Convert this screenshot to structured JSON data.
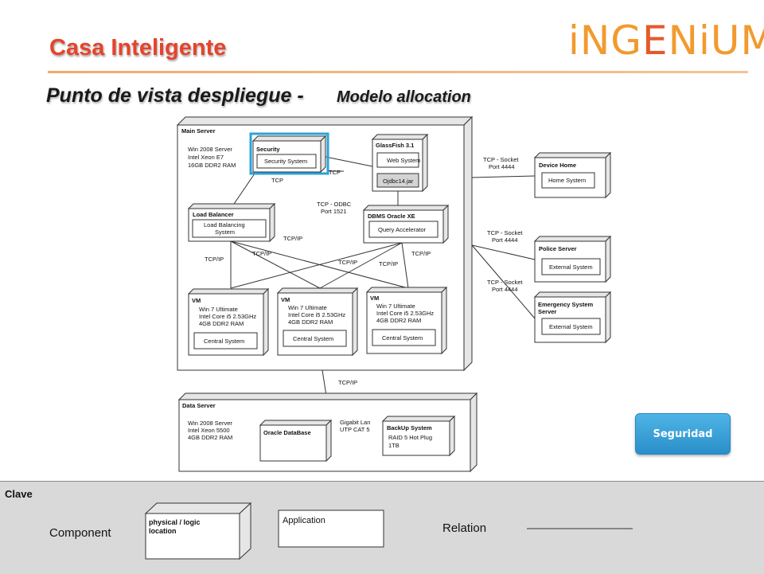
{
  "header": {
    "title": "Casa Inteligente",
    "subtitle": "Punto de vista despliegue -",
    "subtitle_model": "Modelo allocation",
    "logo_text_a": "iNG",
    "logo_text_b": "E",
    "logo_text_c": "NiUM"
  },
  "button": {
    "label": "Seguridad"
  },
  "colors": {
    "title": "#e7432b",
    "accent": "#f29a2e",
    "button": "#2a8fc9",
    "highlight": "#2aa3d8"
  },
  "diagram": {
    "main_server": {
      "title": "Main Server",
      "specs": [
        "Win 2008 Server",
        "Intel Xeon E7",
        "16GB DDR2 RAM"
      ]
    },
    "security": {
      "title": "Security",
      "inner": "Security System"
    },
    "glassfish": {
      "title": "GlassFish 3.1",
      "inner": "Web System",
      "jar": "Ojdbc14.jar"
    },
    "load_balancer": {
      "title": "Load Balancer",
      "inner_line1": "Load Balancing",
      "inner_line2": "System"
    },
    "dbms": {
      "title": "DBMS Oracle XE",
      "inner": "Query Accelerator"
    },
    "vms": [
      {
        "title": "VM",
        "specs": [
          "Win 7 Ultimate",
          "Intel Core i5 2.53GHz",
          "4GB DDR2 RAM"
        ],
        "inner": "Central System"
      },
      {
        "title": "VM",
        "specs": [
          "Win 7 Ultimate",
          "Intel Core i5 2.53GHz",
          "4GB DDR2 RAM"
        ],
        "inner": "Central System"
      },
      {
        "title": "VM",
        "specs": [
          "Win 7 Ultimate",
          "Intel Core i5 2.53GHz",
          "4GB DDR2 RAM"
        ],
        "inner": "Central System"
      }
    ],
    "device_home": {
      "title": "Device Home",
      "inner": "Home System"
    },
    "police_server": {
      "title": "Police Server",
      "inner": "External System"
    },
    "emergency_server": {
      "title_line1": "Emergency System",
      "title_line2": "Server",
      "inner": "External System"
    },
    "data_server": {
      "title": "Data Server",
      "specs": [
        "Win 2008 Server",
        "Intel Xeon 5500",
        "4GB DDR2 RAM"
      ]
    },
    "oracle_db": {
      "title": "Oracle DataBase"
    },
    "backup": {
      "title": "BackUp System",
      "specs": [
        "RAID 5 Hot Plug",
        "1TB"
      ]
    },
    "labels": {
      "tcp_security": "TCP",
      "tcp_glassfish": "TCP",
      "odbc_line1": "TCP - ODBC",
      "odbc_line2": "Port 1521",
      "tcpip_lb_left": "TCP/IP",
      "tcpip_lb_right": "TCP/IP",
      "tcpip_vm1": "TCP/IP",
      "tcpip_vm2": "TCP/IP",
      "tcpip_vm3": "TCP/IP",
      "tcpip_dbms": "TCP/IP",
      "socket1_line1": "TCP - Socket",
      "socket1_line2": "Port 4444",
      "socket2_line1": "TCP - Socket",
      "socket2_line2": "Port 4444",
      "socket3_line1": "TCP - Socket",
      "socket3_line2": "Port 4444",
      "tcpip_data": "TCP/IP",
      "gigabit_line1": "Gigabit Lan",
      "gigabit_line2": "UTP CAT 5"
    }
  },
  "key": {
    "title": "Clave",
    "component": "Component",
    "location_line1": "physical / logic",
    "location_line2": "location",
    "application": "Application",
    "relation": "Relation"
  }
}
